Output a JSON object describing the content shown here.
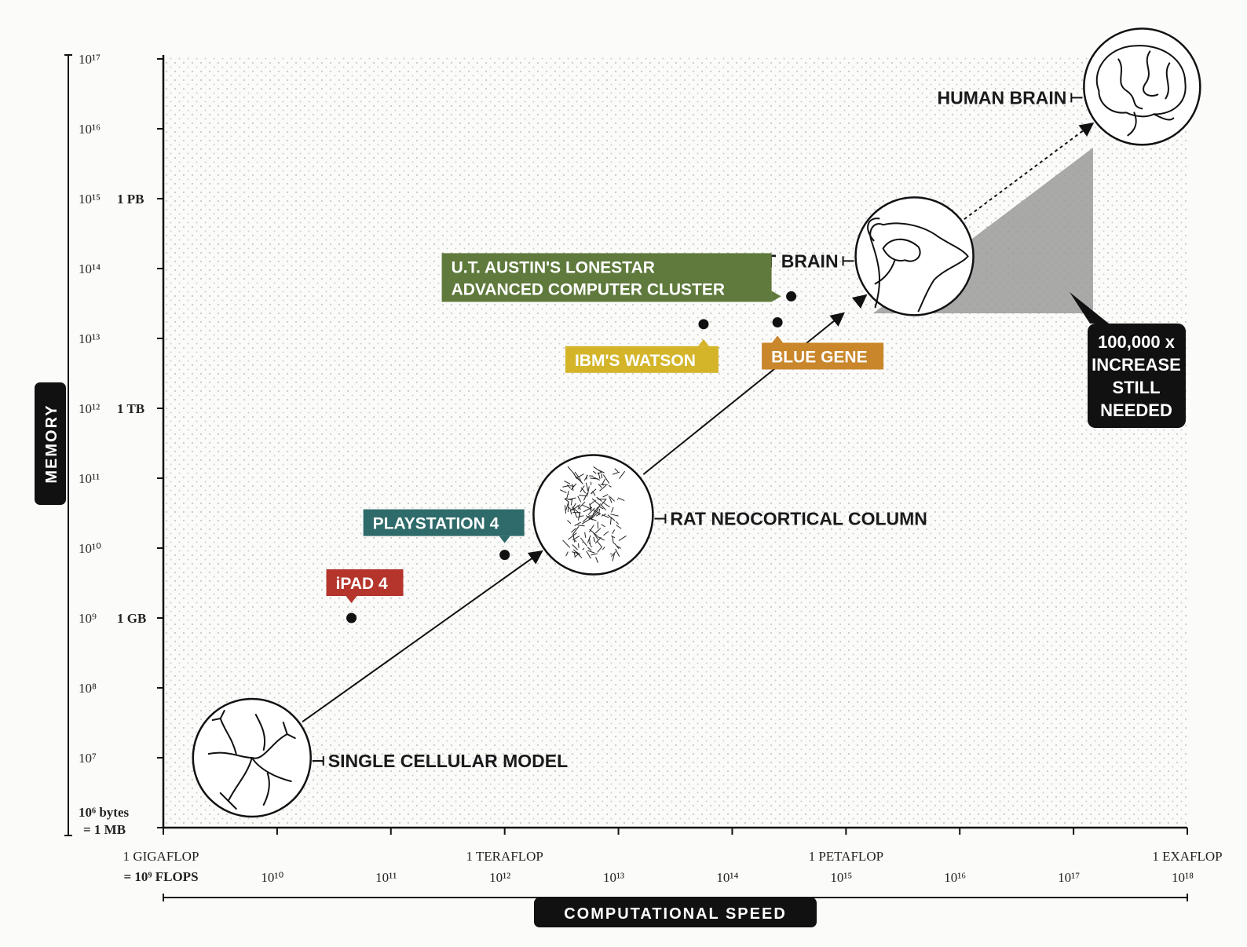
{
  "chart_data": {
    "type": "scatter",
    "xscale": "log",
    "yscale": "log",
    "xlim": [
      "1e9",
      "1e18"
    ],
    "ylim": [
      "1e6",
      "1e17"
    ],
    "grid": true,
    "x_axis": {
      "title": "COMPUTATIONAL SPEED",
      "ticks": [
        {
          "value": "1e9",
          "label_top": "1 GIGAFLOP",
          "label_bottom": "= 10⁹ FLOPS"
        },
        {
          "value": "1e10",
          "label_top": "",
          "label_bottom": "10¹⁰"
        },
        {
          "value": "1e11",
          "label_top": "",
          "label_bottom": "10¹¹"
        },
        {
          "value": "1e12",
          "label_top": "1 TERAFLOP",
          "label_bottom": "10¹²"
        },
        {
          "value": "1e13",
          "label_top": "",
          "label_bottom": "10¹³"
        },
        {
          "value": "1e14",
          "label_top": "",
          "label_bottom": "10¹⁴"
        },
        {
          "value": "1e15",
          "label_top": "1 PETAFLOP",
          "label_bottom": "10¹⁵"
        },
        {
          "value": "1e16",
          "label_top": "",
          "label_bottom": "10¹⁶"
        },
        {
          "value": "1e17",
          "label_top": "",
          "label_bottom": "10¹⁷"
        },
        {
          "value": "1e18",
          "label_top": "1 EXAFLOP",
          "label_bottom": "10¹⁸"
        }
      ]
    },
    "y_axis": {
      "title": "MEMORY",
      "ticks": [
        {
          "value": "1e17",
          "exp_label": "10¹⁷",
          "unit_label": ""
        },
        {
          "value": "1e16",
          "exp_label": "10¹⁶",
          "unit_label": ""
        },
        {
          "value": "1e15",
          "exp_label": "10¹⁵",
          "unit_label": "1 PB"
        },
        {
          "value": "1e14",
          "exp_label": "10¹⁴",
          "unit_label": ""
        },
        {
          "value": "1e13",
          "exp_label": "10¹³",
          "unit_label": ""
        },
        {
          "value": "1e12",
          "exp_label": "10¹²",
          "unit_label": "1 TB"
        },
        {
          "value": "1e11",
          "exp_label": "10¹¹",
          "unit_label": ""
        },
        {
          "value": "1e10",
          "exp_label": "10¹⁰",
          "unit_label": ""
        },
        {
          "value": "1e9",
          "exp_label": "10⁹",
          "unit_label": "1 GB"
        },
        {
          "value": "1e8",
          "exp_label": "10⁸",
          "unit_label": ""
        },
        {
          "value": "1e7",
          "exp_label": "10⁷",
          "unit_label": ""
        },
        {
          "value": "1e6",
          "exp_label": "10⁶ bytes",
          "unit_label": "= 1 MB"
        }
      ]
    },
    "devices": [
      {
        "label": "iPAD 4",
        "flops": "4.5e10",
        "memory": "1e9",
        "color": "#b5352c"
      },
      {
        "label": "PLAYSTATION 4",
        "flops": "1e12",
        "memory": "8e9",
        "color": "#2e6b6a"
      },
      {
        "label": "IBM'S WATSON",
        "flops": "5.6e13",
        "memory": "1.6e13",
        "color": "#d4b52a"
      },
      {
        "label": "BLUE GENE",
        "flops": "2.5e14",
        "memory": "1.7e13",
        "color": "#c9862a"
      },
      {
        "label": "U.T. AUSTIN'S LONESTAR\nADVANCED COMPUTER CLUSTER",
        "flops": "3.3e14",
        "memory": "4e13",
        "color": "#5f7a3c"
      }
    ],
    "models": [
      {
        "label": "SINGLE CELLULAR MODEL",
        "flops": "6e9",
        "memory": "1e7",
        "icon": "neuron-icon"
      },
      {
        "label": "RAT NEOCORTICAL COLUMN",
        "flops": "6e12",
        "memory": "3e10",
        "icon": "neocortical-column-icon"
      },
      {
        "label": "RAT BRAIN",
        "flops": "4e15",
        "memory": "1.5e14",
        "icon": "rat-head-icon"
      },
      {
        "label": "HUMAN BRAIN",
        "flops": "4e17",
        "memory": "4e16",
        "icon": "human-brain-icon"
      }
    ],
    "annotation": "100,000 x\nINCREASE\nSTILL\nNEEDED"
  }
}
